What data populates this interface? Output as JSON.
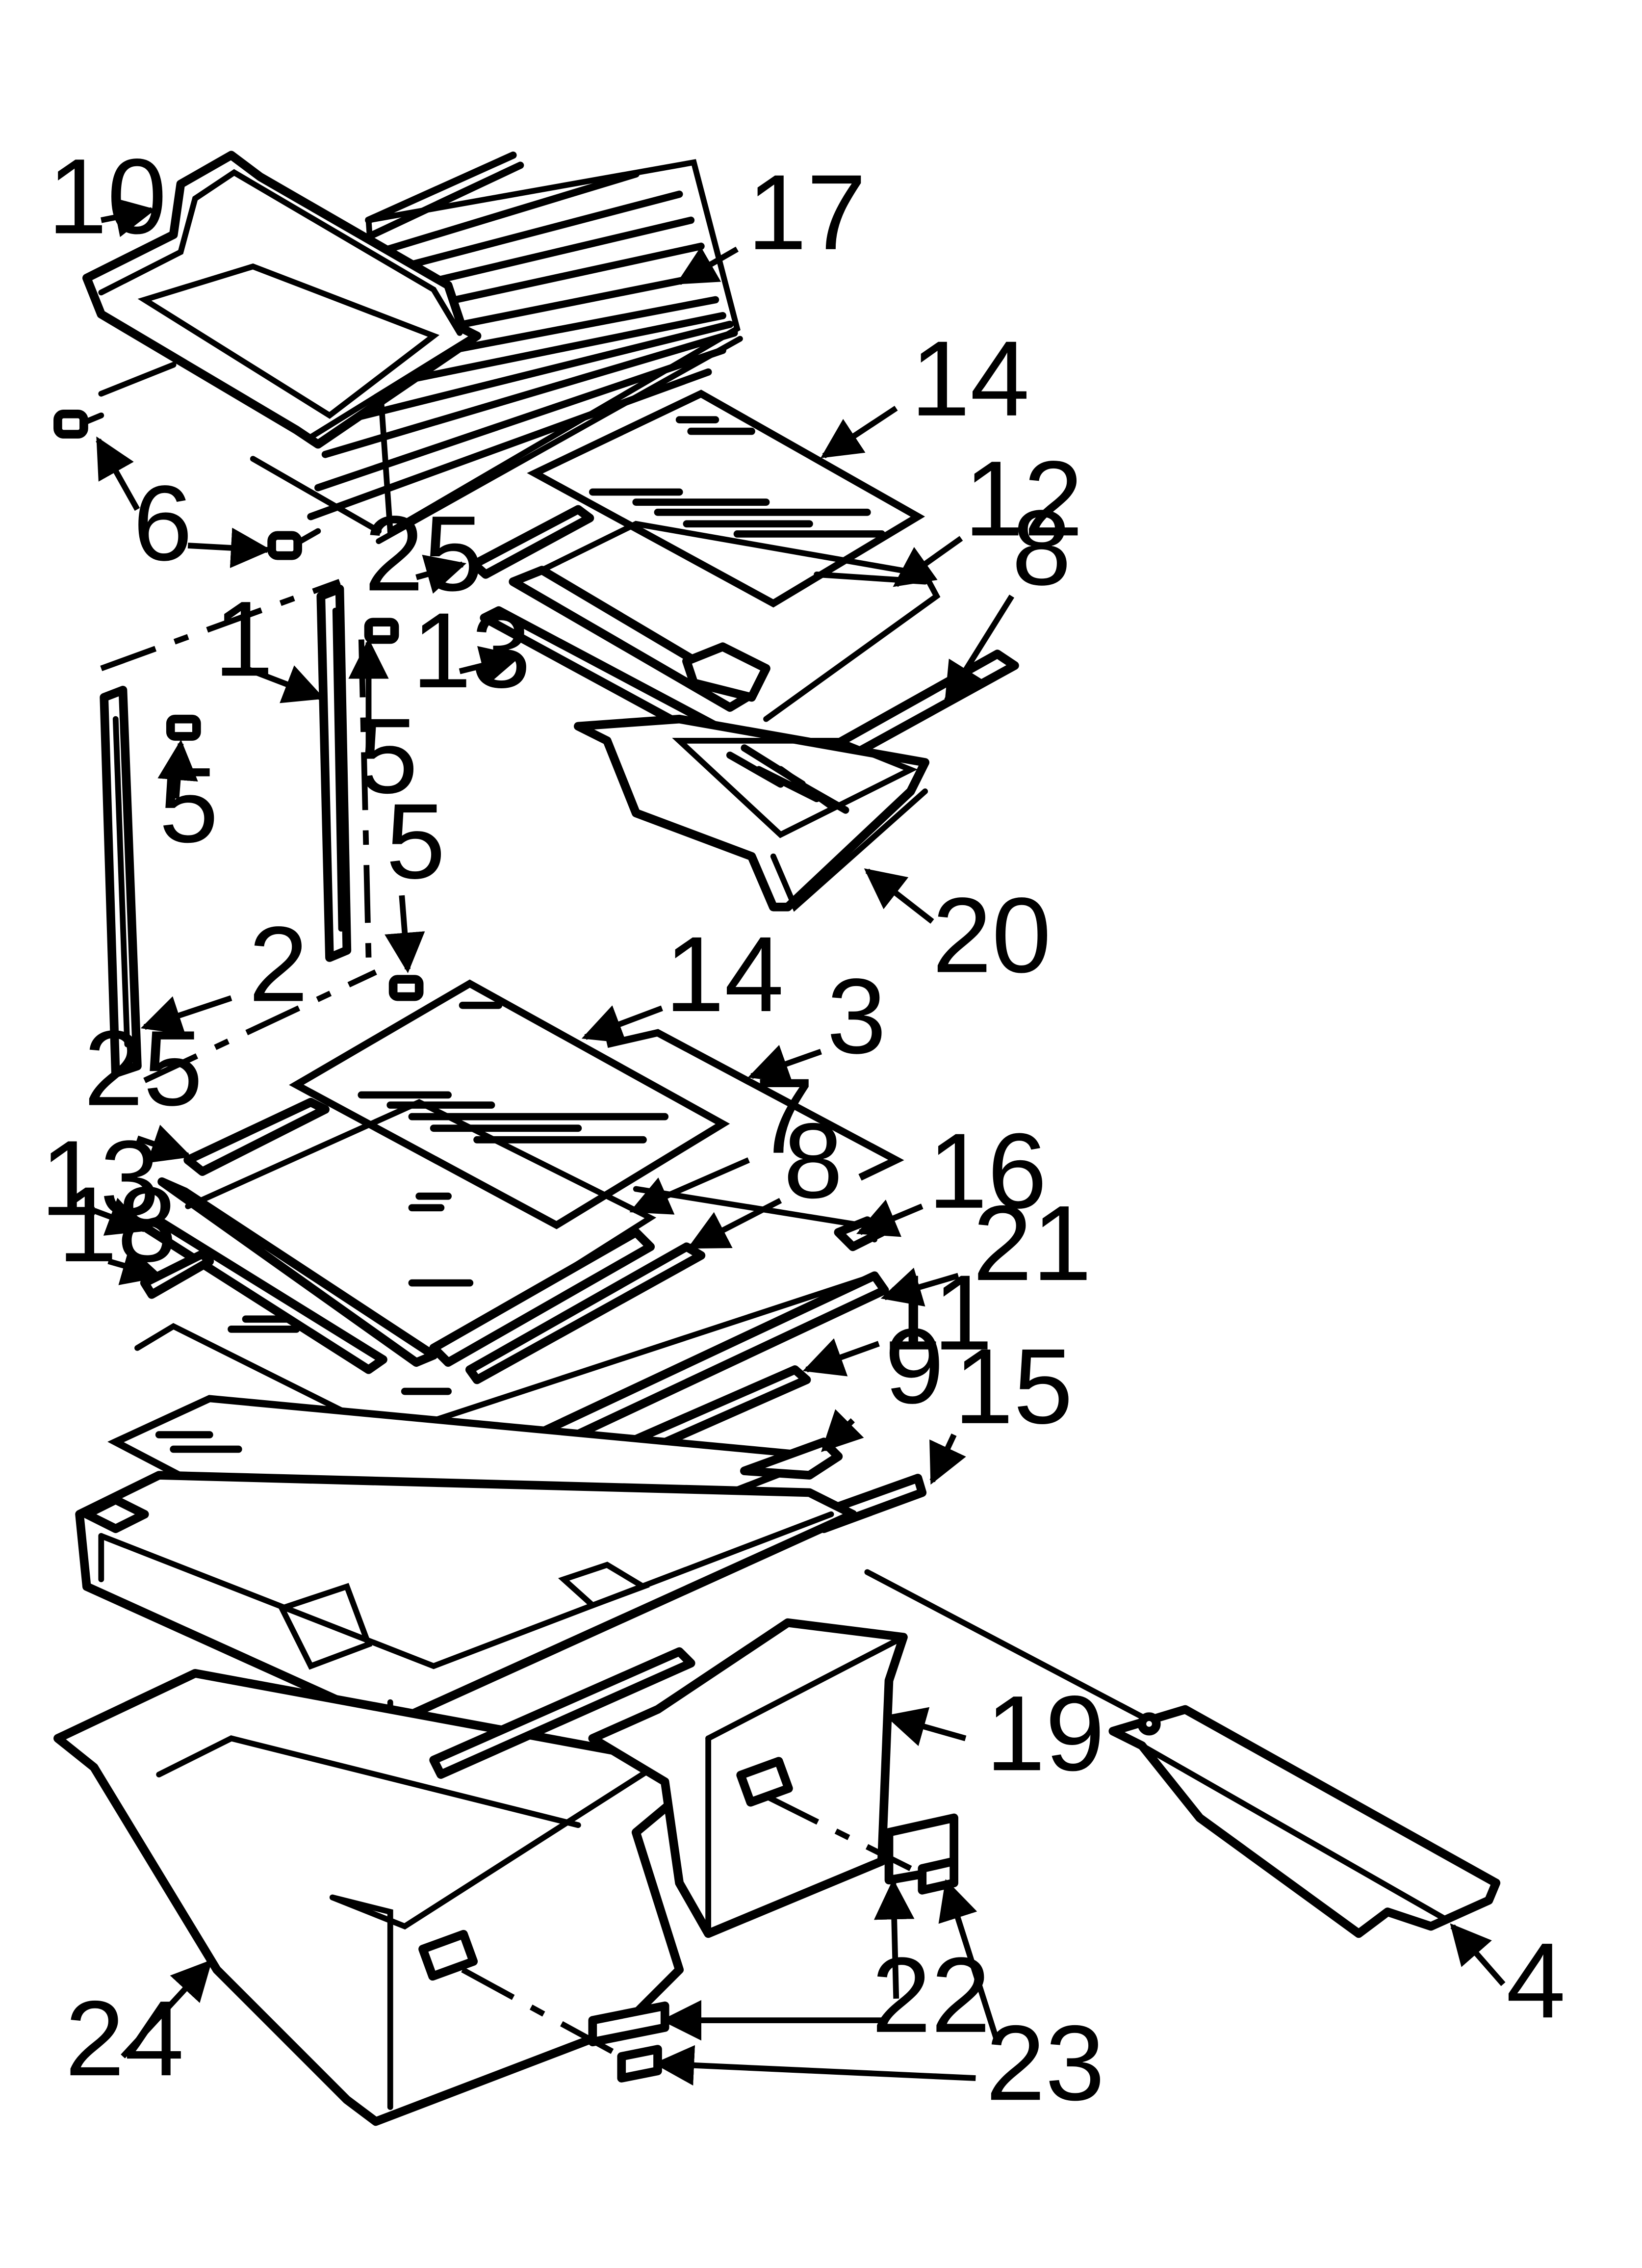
{
  "diagram": {
    "callouts": [
      {
        "id": "c10",
        "label": "10"
      },
      {
        "id": "c17",
        "label": "17"
      },
      {
        "id": "c14a",
        "label": "14"
      },
      {
        "id": "c6",
        "label": "6"
      },
      {
        "id": "c12",
        "label": "12"
      },
      {
        "id": "c8a",
        "label": "8"
      },
      {
        "id": "c25a",
        "label": "25"
      },
      {
        "id": "c13a",
        "label": "13"
      },
      {
        "id": "c1",
        "label": "1"
      },
      {
        "id": "c5a",
        "label": "5"
      },
      {
        "id": "c5b",
        "label": "5"
      },
      {
        "id": "c5c",
        "label": "5"
      },
      {
        "id": "c20",
        "label": "20"
      },
      {
        "id": "c2",
        "label": "2"
      },
      {
        "id": "c14b",
        "label": "14"
      },
      {
        "id": "c3",
        "label": "3"
      },
      {
        "id": "c25b",
        "label": "25"
      },
      {
        "id": "c7",
        "label": "7"
      },
      {
        "id": "c13b",
        "label": "13"
      },
      {
        "id": "c8b",
        "label": "8"
      },
      {
        "id": "c16",
        "label": "16"
      },
      {
        "id": "c18",
        "label": "18"
      },
      {
        "id": "c21",
        "label": "21"
      },
      {
        "id": "c11",
        "label": "11"
      },
      {
        "id": "c9",
        "label": "9"
      },
      {
        "id": "c15",
        "label": "15"
      },
      {
        "id": "c19",
        "label": "19"
      },
      {
        "id": "c22",
        "label": "22"
      },
      {
        "id": "c23",
        "label": "23"
      },
      {
        "id": "c4",
        "label": "4"
      },
      {
        "id": "c24",
        "label": "24"
      }
    ]
  }
}
